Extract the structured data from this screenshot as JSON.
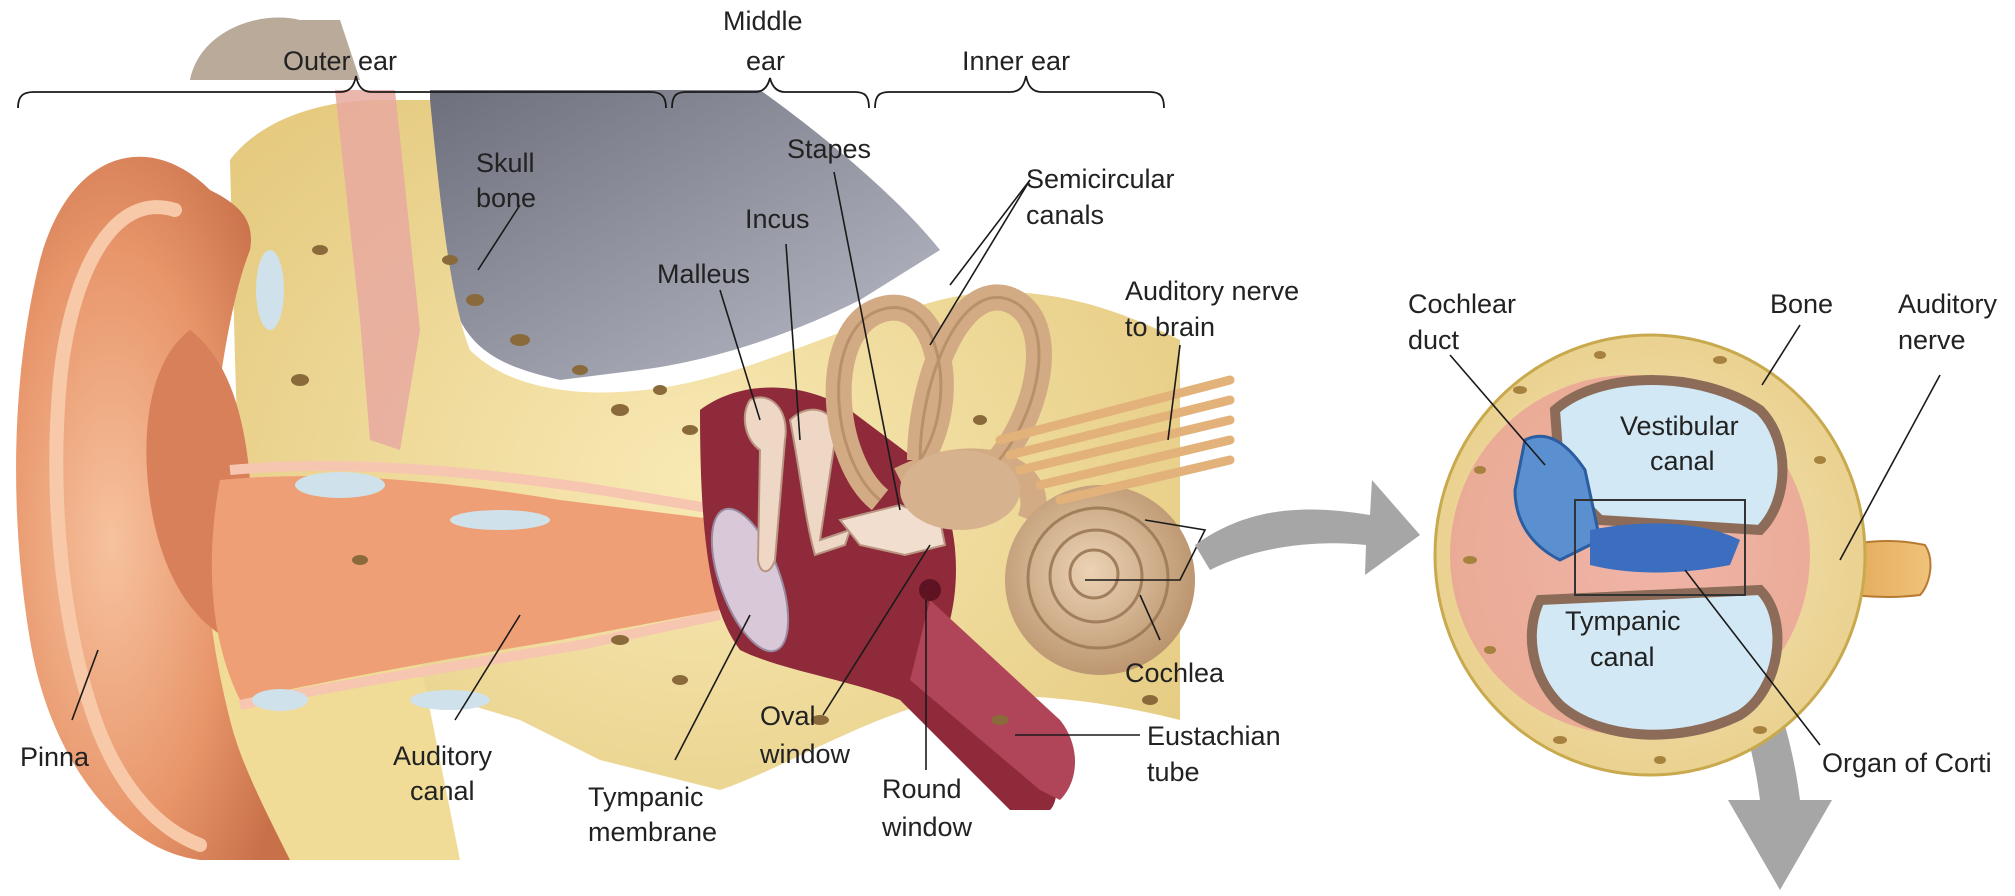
{
  "regions": {
    "outer": "Outer ear",
    "middle_1": "Middle",
    "middle_2": "ear",
    "inner": "Inner ear"
  },
  "labels": {
    "skull_1": "Skull",
    "skull_2": "bone",
    "stapes": "Stapes",
    "incus": "Incus",
    "malleus": "Malleus",
    "semicircular_1": "Semicircular",
    "semicircular_2": "canals",
    "nerve_brain_1": "Auditory nerve",
    "nerve_brain_2": "to brain",
    "cochlea": "Cochlea",
    "eustachian_1": "Eustachian",
    "eustachian_2": "tube",
    "pinna": "Pinna",
    "auditory_canal_1": "Auditory",
    "auditory_canal_2": "canal",
    "tympanic_membrane_1": "Tympanic",
    "tympanic_membrane_2": "membrane",
    "oval_window_1": "Oval",
    "oval_window_2": "window",
    "round_window_1": "Round",
    "round_window_2": "window"
  },
  "cross_section": {
    "cochlear_duct_1": "Cochlear",
    "cochlear_duct_2": "duct",
    "bone": "Bone",
    "auditory_nerve_1": "Auditory",
    "auditory_nerve_2": "nerve",
    "vestibular_1": "Vestibular",
    "vestibular_2": "canal",
    "tympanic_canal_1": "Tympanic",
    "tympanic_canal_2": "canal",
    "organ_of_corti": "Organ of Corti"
  },
  "colors": {
    "skin": "#e8956a",
    "skin_light": "#f2b48c",
    "bone": "#f0dc96",
    "bone_dark": "#c9a94e",
    "canal_pink": "#f4c1b0",
    "cavity": "#8e2a3a",
    "cochlea": "#d6b38e",
    "fluid": "#cfe6f2",
    "duct": "#4f86c8",
    "arrow": "#a6a6a6"
  }
}
